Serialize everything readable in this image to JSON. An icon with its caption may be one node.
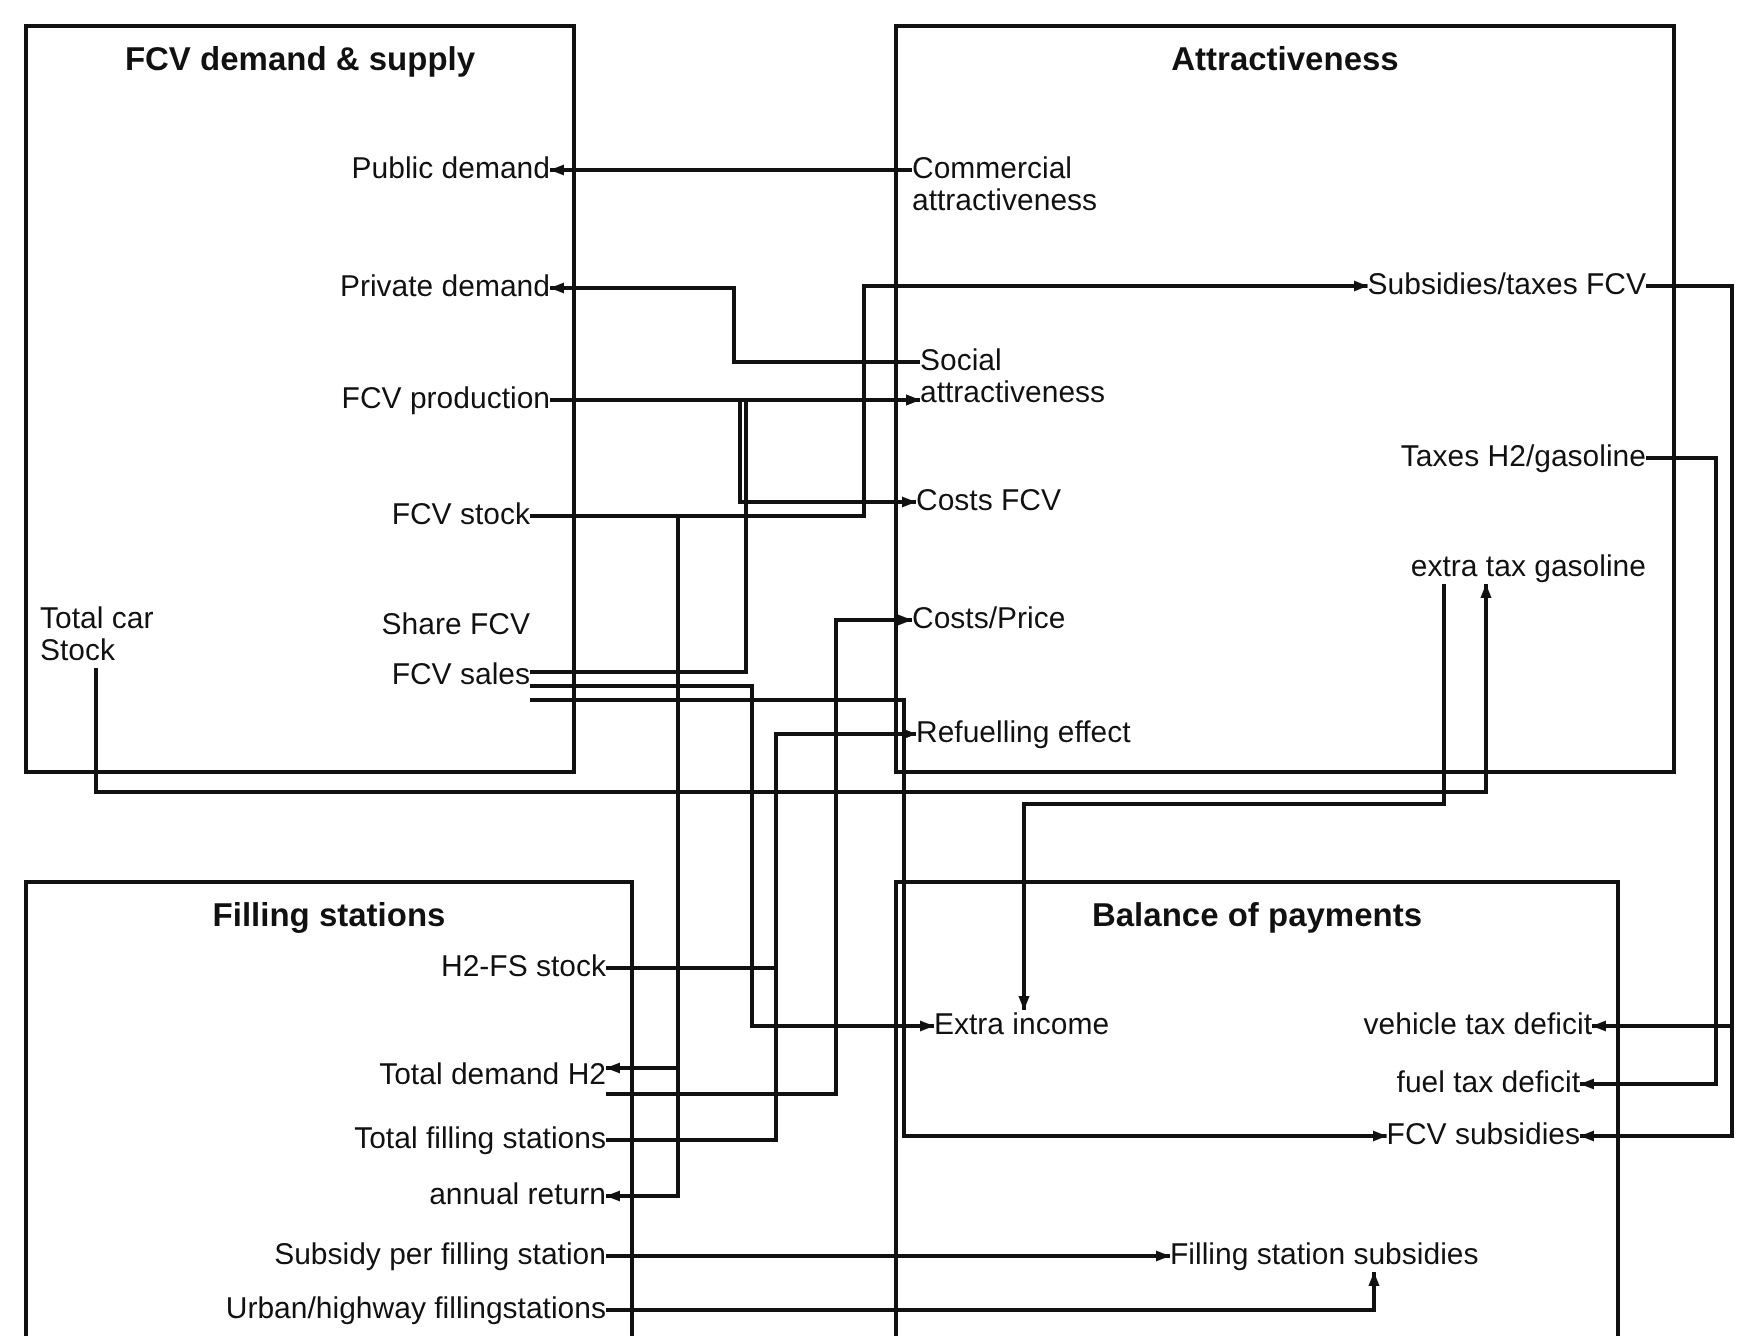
{
  "diagram": {
    "nodes": [
      {
        "text": [
          "FCV demand & supply"
        ]
      },
      {
        "text": [
          "Public demand"
        ],
        "in": 0
      },
      {
        "text": [
          "Private demand"
        ],
        "in": 0
      },
      {
        "text": [
          "FCV production"
        ],
        "in": 0
      },
      {
        "text": [
          "FCV stock"
        ],
        "in": 0
      },
      {
        "text": [
          "Total car Stock"
        ],
        "in": 0
      },
      {
        "text": [
          "Share FCV"
        ],
        "in": 0
      },
      {
        "text": [
          "FCV sales"
        ],
        "in": 0
      },
      {
        "text": [
          "Attractiveness"
        ]
      },
      {
        "text": [
          "Commercial attractiveness"
        ],
        "in": 8
      },
      {
        "text": [
          "Social attractiveness"
        ],
        "in": 8
      },
      {
        "text": [
          "Costs FCV"
        ],
        "in": 8
      },
      {
        "text": [
          "Costs/Price"
        ],
        "in": 8
      },
      {
        "text": [
          "Refuelling effect"
        ],
        "in": 8
      },
      {
        "text": [
          "Subsidies/taxes FCV"
        ],
        "in": 8
      },
      {
        "text": [
          "Taxes H2/gasoline"
        ],
        "in": 8
      },
      {
        "text": [
          "extra tax gasoline"
        ],
        "in": 8
      },
      {
        "text": [
          "Filling stations"
        ]
      },
      {
        "text": [
          "H2-FS stock"
        ],
        "in": 17
      },
      {
        "text": [
          "Total demand H2"
        ],
        "in": 17
      },
      {
        "text": [
          "Total filling stations"
        ],
        "in": 17
      },
      {
        "text": [
          "annual return"
        ],
        "in": 17
      },
      {
        "text": [
          "Subsidy per filling station"
        ],
        "in": 17
      },
      {
        "text": [
          "Urban/highway fillingstations"
        ],
        "in": 17
      },
      {
        "text": [
          "Balance of payments"
        ]
      },
      {
        "text": [
          "Extra income"
        ],
        "in": 24
      },
      {
        "text": [
          "vehicle tax deficit"
        ],
        "in": 24
      },
      {
        "text": [
          "fuel tax deficit"
        ],
        "in": 24
      },
      {
        "text": [
          "FCV subsidies"
        ],
        "in": 24
      },
      {
        "text": [
          "Filling station subsidies"
        ],
        "in": 24
      }
    ],
    "edges": [
      {
        "from": 9,
        "to": 1,
        "arrow": "to"
      },
      {
        "from": 10,
        "to": 2,
        "arrow": "to"
      },
      {
        "from": 3,
        "to": 10,
        "arrow": "to"
      },
      {
        "from": 3,
        "to": 11,
        "arrow": "to"
      },
      {
        "from": 7,
        "to": 10,
        "arrow": "to"
      },
      {
        "from": 4,
        "to": 14,
        "arrow": "to"
      },
      {
        "from": 4,
        "to": 19,
        "arrow": "to"
      },
      {
        "from": 4,
        "to": 21,
        "arrow": "to"
      },
      {
        "from": 5,
        "to": 16,
        "arrow": "to"
      },
      {
        "from": 16,
        "to": 25,
        "arrow": "to"
      },
      {
        "from": 19,
        "to": 12,
        "arrow": "to"
      },
      {
        "from": 18,
        "to": 13,
        "arrow": "to"
      },
      {
        "from": 20,
        "to": 13,
        "arrow": "to"
      },
      {
        "from": 7,
        "to": 25,
        "arrow": "to"
      },
      {
        "from": 7,
        "to": 28,
        "arrow": "to"
      },
      {
        "from": 14,
        "to": 26,
        "arrow": "to"
      },
      {
        "from": 14,
        "to": 28,
        "arrow": "to"
      },
      {
        "from": 15,
        "to": 27,
        "arrow": "to"
      },
      {
        "from": 22,
        "to": 29,
        "arrow": "to"
      },
      {
        "from": 23,
        "to": 29,
        "arrow": "to"
      }
    ]
  }
}
